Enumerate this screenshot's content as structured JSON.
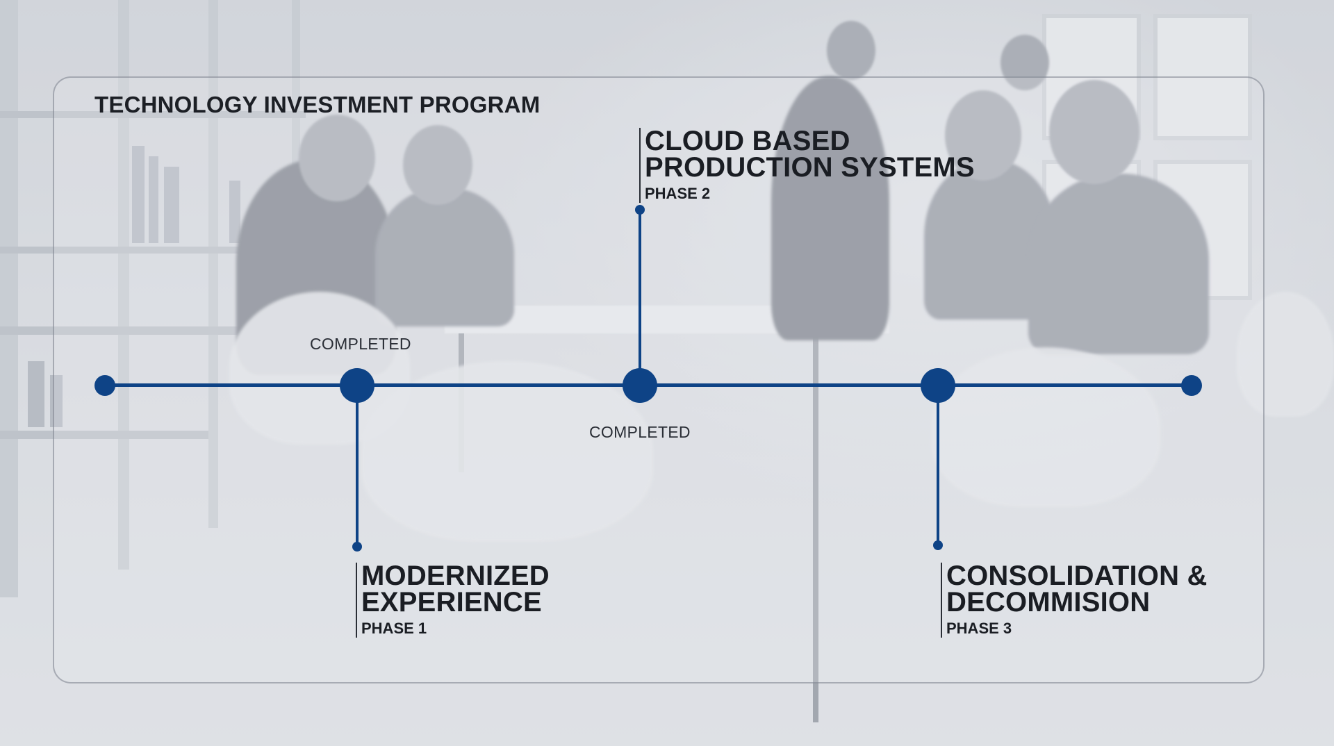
{
  "program": {
    "title": "TECHNOLOGY INVESTMENT PROGRAM"
  },
  "timeline": {
    "accent_color": "#0e4386",
    "milestones": [
      {
        "status": "COMPLETED",
        "title": "MODERNIZED\nEXPERIENCE",
        "phase": "PHASE 1"
      },
      {
        "status": "COMPLETED",
        "title": "CLOUD BASED\nPRODUCTION SYSTEMS",
        "phase": "PHASE 2"
      },
      {
        "title": "CONSOLIDATION &\nDECOMMISION",
        "phase": "PHASE 3"
      }
    ]
  }
}
